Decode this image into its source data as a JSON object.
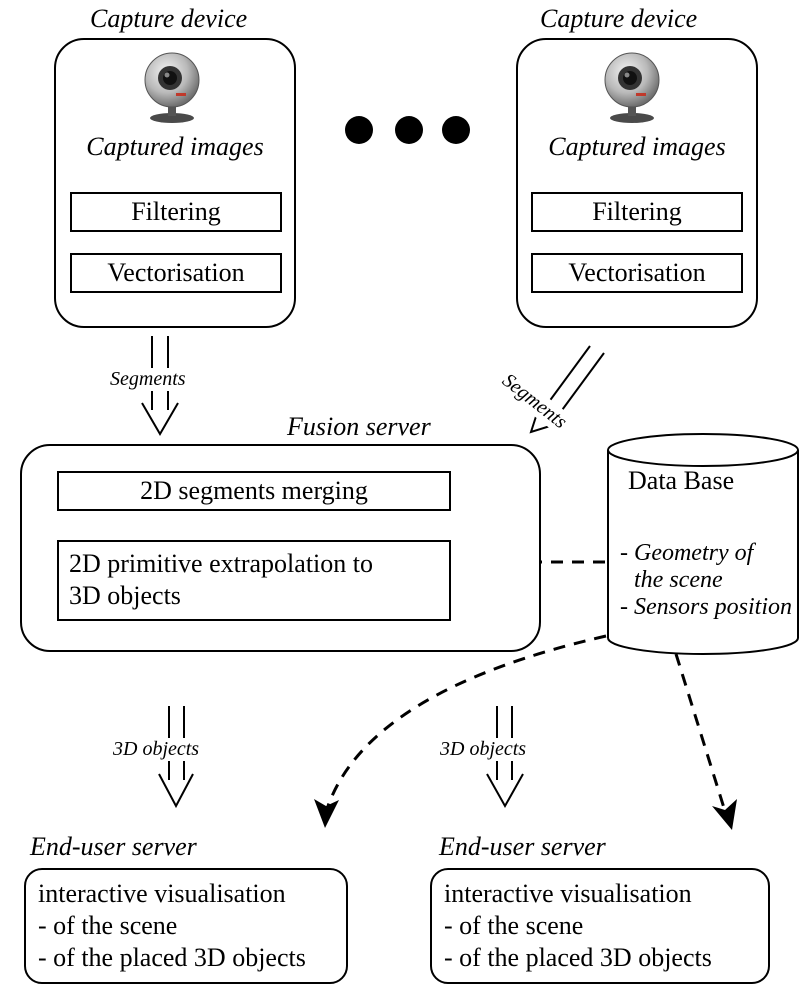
{
  "capture_devices": [
    {
      "title": "Capture device",
      "images_label": "Captured images",
      "steps": [
        "Filtering",
        "Vectorisation"
      ],
      "camera_icon": "webcam-icon"
    },
    {
      "title": "Capture device",
      "images_label": "Captured images",
      "steps": [
        "Filtering",
        "Vectorisation"
      ],
      "camera_icon": "webcam-icon"
    }
  ],
  "ellipsis_icon": "three-dots-icon",
  "arrows": {
    "segments_left": "Segments",
    "segments_right": "Segments",
    "objects_left": "3D objects",
    "objects_right": "3D objects"
  },
  "fusion_server": {
    "title": "Fusion server",
    "steps": [
      "2D segments merging",
      "2D primitive extrapolation to 3D objects"
    ],
    "step2_lines": [
      "2D primitive extrapolation to",
      "3D objects"
    ]
  },
  "database": {
    "title": "Data Base",
    "items": [
      "- Geometry of",
      "the scene",
      "- Sensors position"
    ],
    "icon": "database-cylinder-icon"
  },
  "end_user_servers": [
    {
      "title": "End-user server",
      "lines": [
        "interactive visualisation",
        "- of the scene",
        "- of the placed 3D objects"
      ]
    },
    {
      "title": "End-user server",
      "lines": [
        "interactive visualisation",
        "- of the scene",
        "- of the placed 3D objects"
      ]
    }
  ]
}
